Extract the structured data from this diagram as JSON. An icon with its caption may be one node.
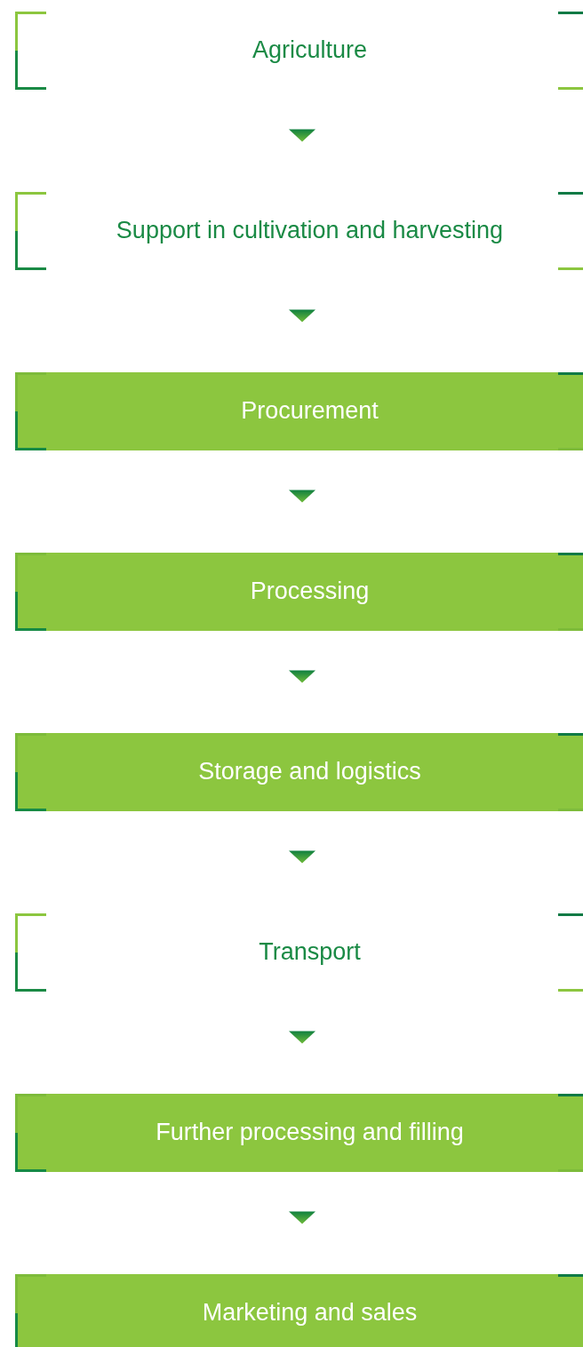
{
  "diagram": {
    "nodes": [
      {
        "text": [
          "Agriculture"
        ]
      },
      {
        "text": [
          "Support in cultivation and harvesting"
        ]
      },
      {
        "text": [
          "Procurement"
        ]
      },
      {
        "text": [
          "Processing"
        ]
      },
      {
        "text": [
          "Storage and logistics"
        ]
      },
      {
        "text": [
          "Transport"
        ]
      },
      {
        "text": [
          "Further processing and filling"
        ]
      },
      {
        "text": [
          "Marketing and sales"
        ]
      }
    ],
    "edges": [
      {
        "from": 0,
        "to": 1,
        "arrow": "to"
      },
      {
        "from": 1,
        "to": 2,
        "arrow": "to"
      },
      {
        "from": 2,
        "to": 3,
        "arrow": "to"
      },
      {
        "from": 3,
        "to": 4,
        "arrow": "to"
      },
      {
        "from": 4,
        "to": 5,
        "arrow": "to"
      },
      {
        "from": 5,
        "to": 6,
        "arrow": "to"
      },
      {
        "from": 6,
        "to": 7,
        "arrow": "to"
      }
    ]
  }
}
